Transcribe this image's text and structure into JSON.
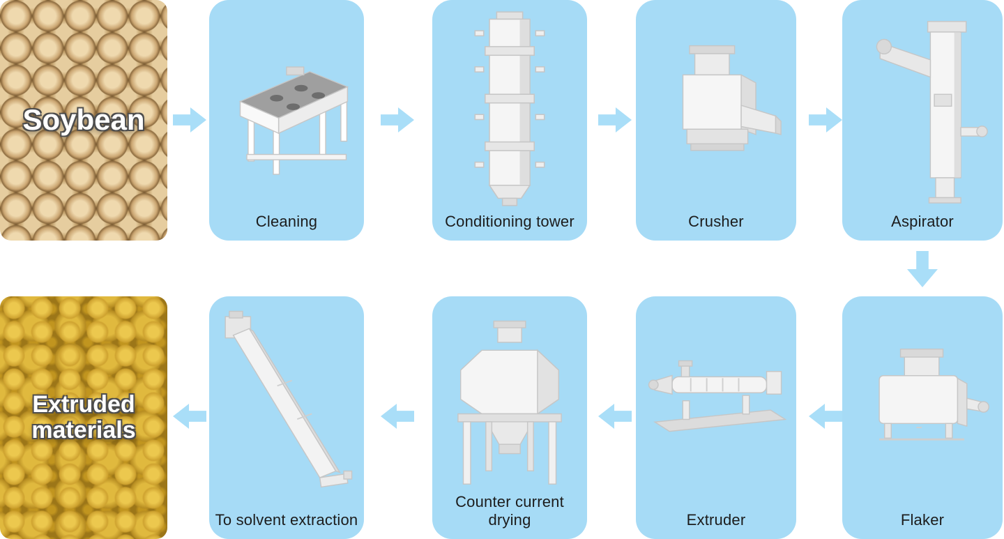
{
  "colors": {
    "card_bg": "#a6dbf6",
    "arrow": "#a9def8",
    "label_text": "#1c1c1c",
    "machine_white": "#f5f5f5"
  },
  "flow": {
    "start": {
      "label": "Soybean",
      "image": "soybean-photo"
    },
    "end": {
      "line1": "Extruded",
      "line2": "materials",
      "image": "extruded-materials-photo"
    },
    "row1": [
      {
        "label": "Cleaning",
        "icon": "cleaning-machine-icon"
      },
      {
        "label": "Conditioning tower",
        "icon": "conditioning-tower-icon"
      },
      {
        "label": "Crusher",
        "icon": "crusher-machine-icon"
      },
      {
        "label": "Aspirator",
        "icon": "aspirator-machine-icon"
      }
    ],
    "row2": [
      {
        "label": "To solvent extraction",
        "icon": "inclined-conveyor-icon"
      },
      {
        "label": "Counter current drying",
        "icon": "counter-current-dryer-icon"
      },
      {
        "label": "Extruder",
        "icon": "extruder-machine-icon"
      },
      {
        "label": "Flaker",
        "icon": "flaker-machine-icon"
      }
    ],
    "sequence": [
      "Soybean",
      "Cleaning",
      "Conditioning tower",
      "Crusher",
      "Aspirator",
      "Flaker",
      "Extruder",
      "Counter current drying",
      "To solvent extraction",
      "Extruded materials"
    ]
  }
}
